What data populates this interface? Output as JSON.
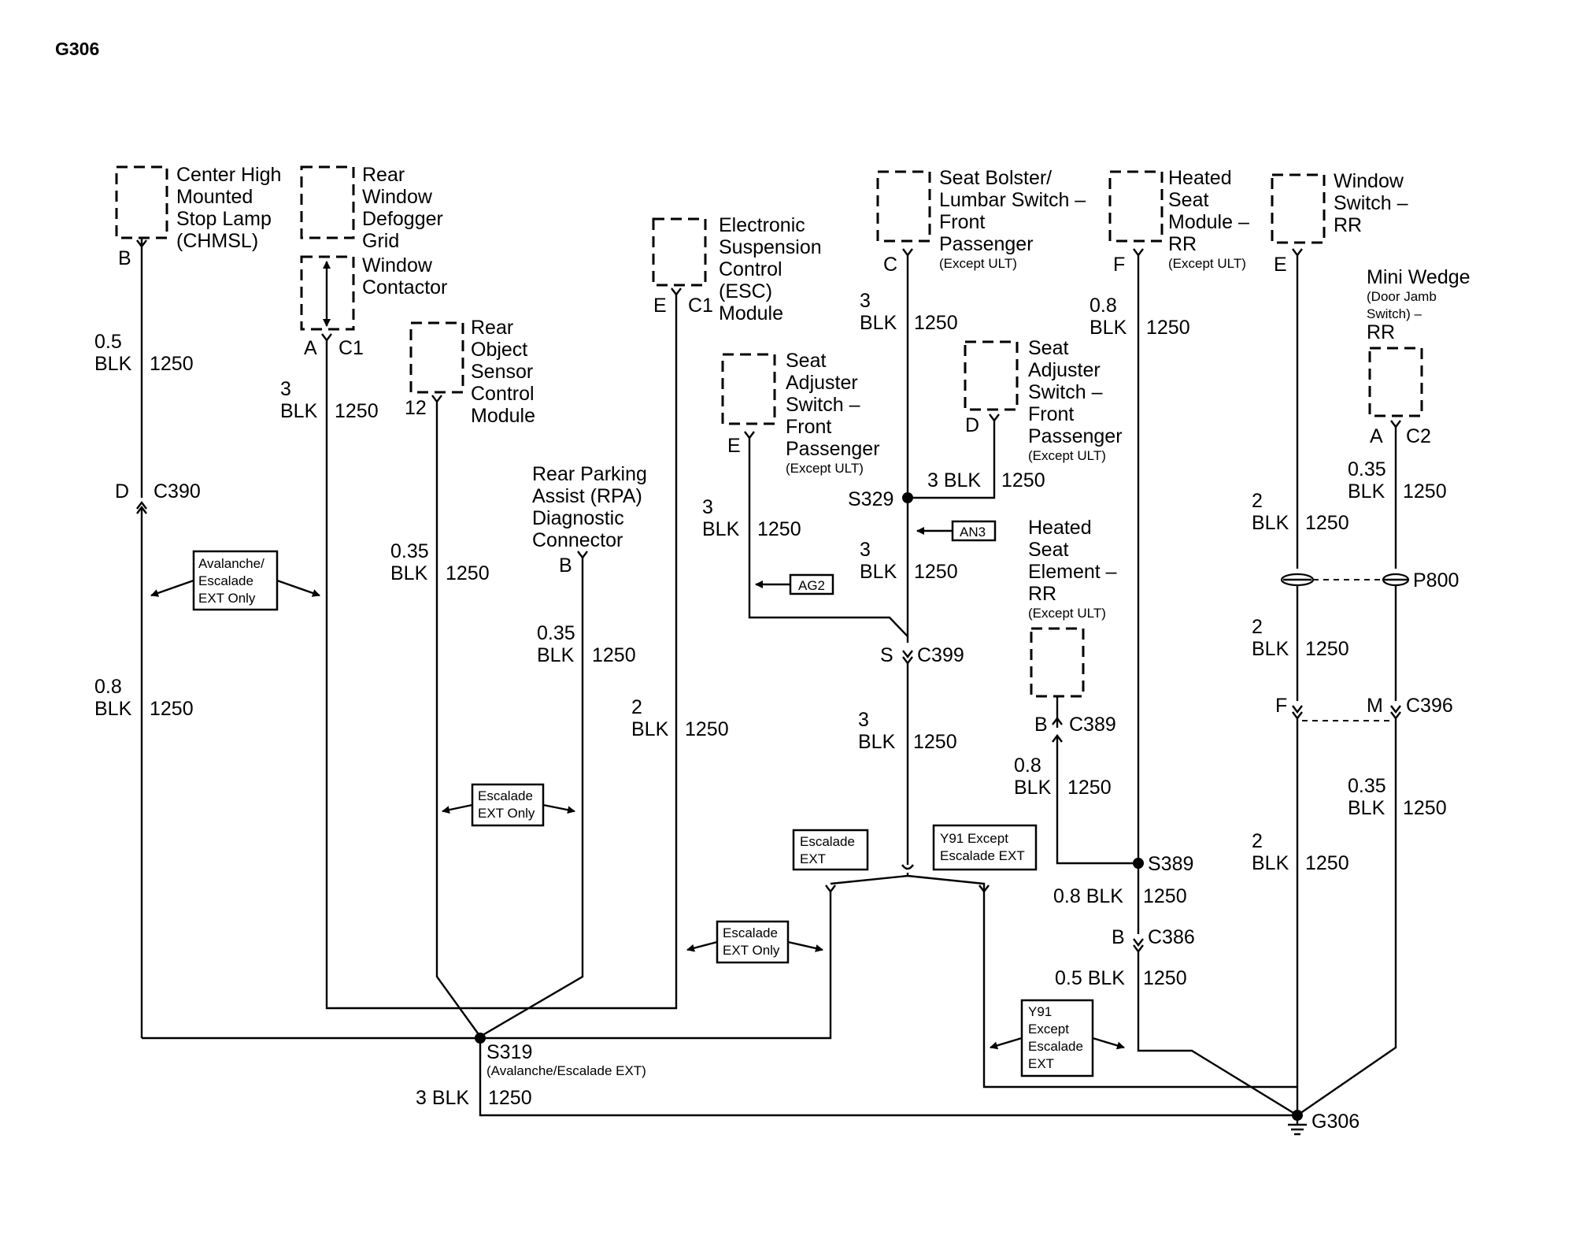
{
  "page_title": "G306",
  "components": {
    "chmsl": [
      "Center High",
      "Mounted",
      "Stop Lamp",
      "(CHMSL)"
    ],
    "defogger": [
      "Rear",
      "Window",
      "Defogger",
      "Grid"
    ],
    "contactor": [
      "Window",
      "Contactor"
    ],
    "rear_object": [
      "Rear",
      "Object",
      "Sensor",
      "Control",
      "Module"
    ],
    "esc": [
      "Electronic",
      "Suspension",
      "Control",
      "(ESC)",
      "Module"
    ],
    "rpa": [
      "Rear Parking",
      "Assist (RPA)",
      "Diagnostic",
      "Connector"
    ],
    "seat_adj_fp": [
      "Seat",
      "Adjuster",
      "Switch –",
      "Front",
      "Passenger"
    ],
    "seat_adj_fp_note": "(Except ULT)",
    "seat_bolster": [
      "Seat Bolster/",
      "Lumbar Switch –",
      "Front",
      "Passenger"
    ],
    "seat_bolster_note": "(Except ULT)",
    "seat_adj_fp2": [
      "Seat",
      "Adjuster",
      "Switch –",
      "Front",
      "Passenger"
    ],
    "seat_adj_fp2_note": "(Except ULT)",
    "heated_seat_module": [
      "Heated",
      "Seat",
      "Module –",
      "RR"
    ],
    "heated_seat_module_note": "(Except ULT)",
    "heated_seat_element": [
      "Heated",
      "Seat",
      "Element –",
      "RR"
    ],
    "heated_seat_element_note": "(Except ULT)",
    "window_switch": [
      "Window",
      "Switch –",
      "RR"
    ],
    "mini_wedge": "Mini Wedge",
    "mini_wedge_note": [
      "(Door Jamb",
      "Switch) –"
    ],
    "mini_wedge_rr": "RR"
  },
  "pins": {
    "chmsl": "B",
    "contactor_a": "A",
    "contactor_c": "C1",
    "rear_object": "12",
    "esc_e": "E",
    "esc_c": "C1",
    "rpa": "B",
    "seat_adj_fp": "E",
    "seat_bolster": "C",
    "seat_adj_fp2": "D",
    "heated_seat_module": "F",
    "window_switch": "E",
    "mini_wedge_a": "A",
    "mini_wedge_c": "C2",
    "c390_pin": "D",
    "c390": "C390",
    "c399_pin": "S",
    "c399": "C399",
    "c389_pin": "B",
    "c389": "C389",
    "c386_pin": "B",
    "c386": "C386",
    "c396_f": "F",
    "c396_m": "M",
    "c396": "C396",
    "p800": "P800"
  },
  "splices": {
    "s319": "S319",
    "s319_note": "(Avalanche/Escalade EXT)",
    "s329": "S329",
    "s389": "S389",
    "ground": "G306"
  },
  "wires": {
    "chmsl_top_size": "0.5",
    "chmsl_top_color": "BLK",
    "chmsl_top_circuit": "1250",
    "chmsl_bot_size": "0.8",
    "chmsl_bot_color": "BLK",
    "chmsl_bot_circuit": "1250",
    "contactor_size": "3",
    "contactor_color": "BLK",
    "contactor_circuit": "1250",
    "rear_object_size": "0.35",
    "rear_object_color": "BLK",
    "rear_object_circuit": "1250",
    "rpa_size": "0.35",
    "rpa_color": "BLK",
    "rpa_circuit": "1250",
    "esc_size": "2",
    "esc_color": "BLK",
    "esc_circuit": "1250",
    "seat_adj_fp_size": "3",
    "seat_adj_fp_color": "BLK",
    "seat_adj_fp_circuit": "1250",
    "bolster_size": "3",
    "bolster_color": "BLK",
    "bolster_circuit": "1250",
    "seat_adj_fp2_wire": "3 BLK",
    "seat_adj_fp2_circuit": "1250",
    "s329_down_size": "3",
    "s329_down_color": "BLK",
    "s329_down_circuit": "1250",
    "c399_down_size": "3",
    "c399_down_color": "BLK",
    "c399_down_circuit": "1250",
    "heated_module_size": "0.8",
    "heated_module_color": "BLK",
    "heated_module_circuit": "1250",
    "heated_element_size": "0.8",
    "heated_element_color": "BLK",
    "heated_element_circuit": "1250",
    "s389_down_wire": "0.8 BLK",
    "s389_down_circuit": "1250",
    "c386_down_wire": "0.5 BLK",
    "c386_down_circuit": "1250",
    "ws_top_size": "2",
    "ws_top_color": "BLK",
    "ws_top_circuit": "1250",
    "ws_mid_size": "2",
    "ws_mid_color": "BLK",
    "ws_mid_circuit": "1250",
    "ws_bot_size": "2",
    "ws_bot_color": "BLK",
    "ws_bot_circuit": "1250",
    "mw_top_size": "0.35",
    "mw_top_color": "BLK",
    "mw_top_circuit": "1250",
    "mw_bot_size": "0.35",
    "mw_bot_color": "BLK",
    "mw_bot_circuit": "1250",
    "s319_ground_wire": "3 BLK",
    "s319_ground_circuit": "1250"
  },
  "references": {
    "an3": "AN3",
    "ag2": "AG2"
  },
  "options": {
    "avalanche": [
      "Avalanche/",
      "Escalade",
      "EXT Only"
    ],
    "escalade_only_a": [
      "Escalade",
      "EXT Only"
    ],
    "escalade_only_b": [
      "Escalade",
      "EXT Only"
    ],
    "escalade_ext": [
      "Escalade",
      "EXT"
    ],
    "y91_escalade": [
      "Y91 Except",
      "Escalade EXT"
    ],
    "y91_lower": [
      "Y91",
      "Except",
      "Escalade",
      "EXT"
    ]
  }
}
